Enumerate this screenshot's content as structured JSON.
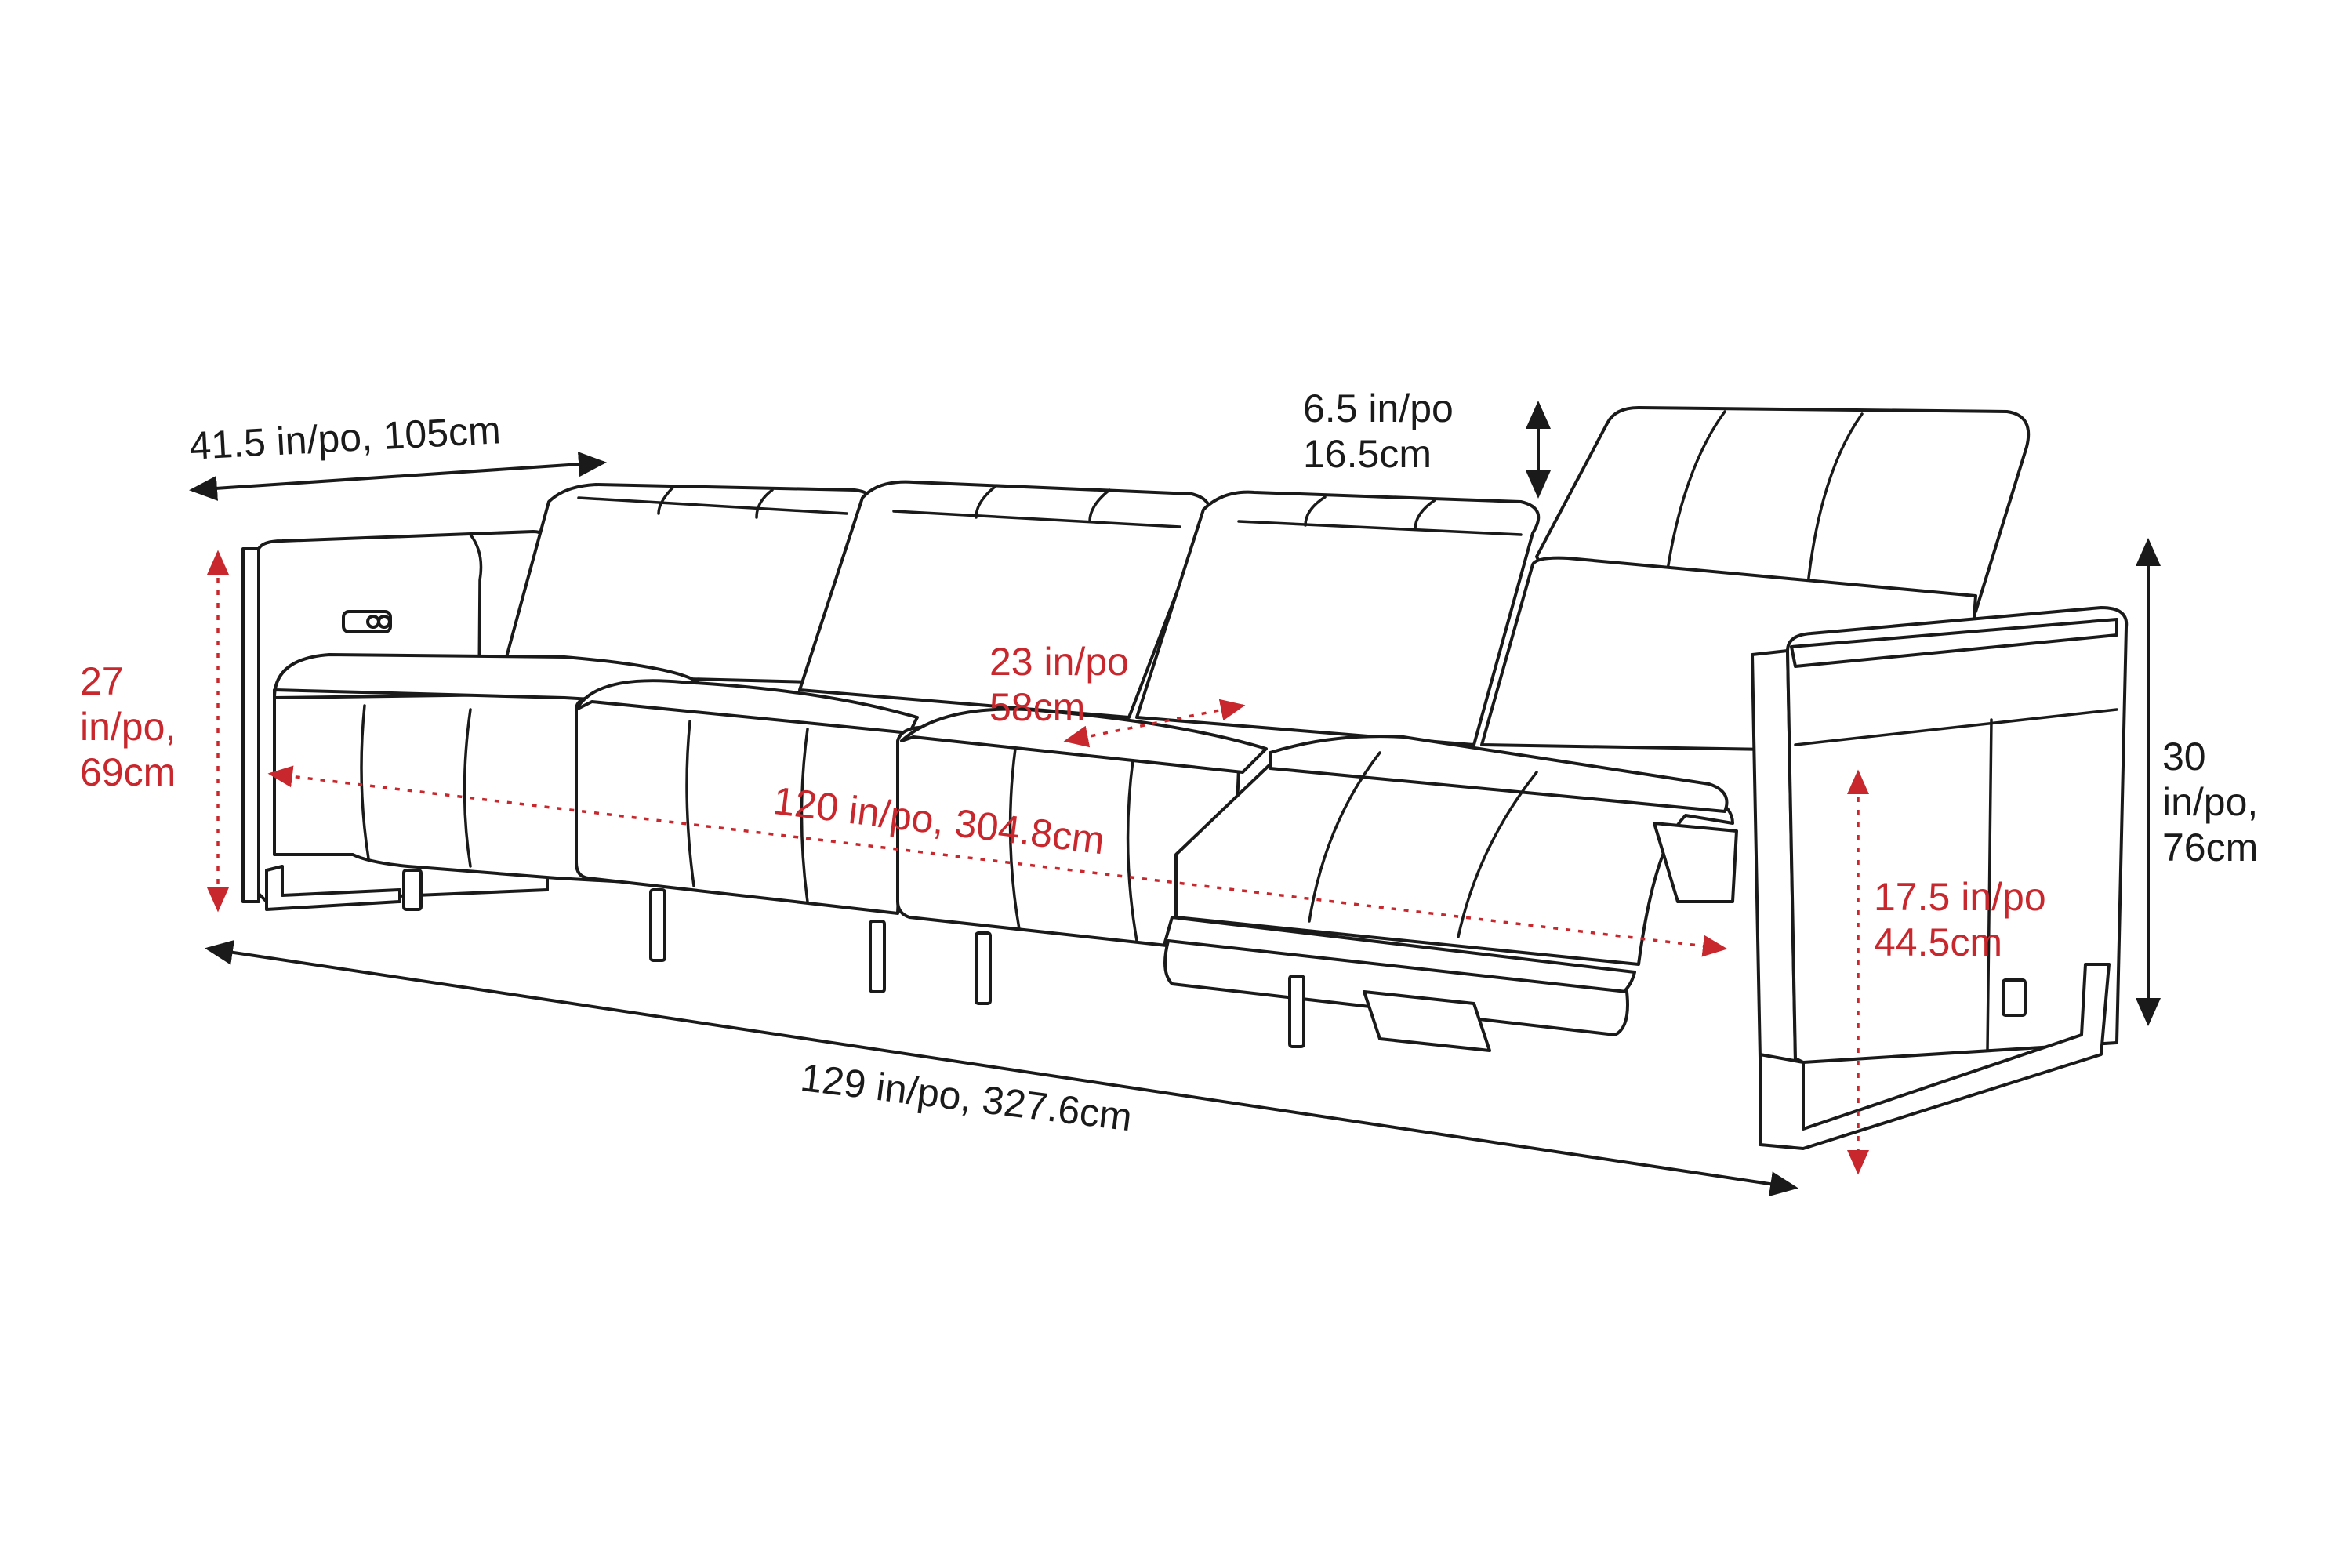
{
  "colors": {
    "ink": "#1a1a1a",
    "accent": "#c8282d",
    "background": "#ffffff"
  },
  "dimensions": {
    "depth": {
      "line1": "41.5 in/po, 105cm"
    },
    "headrest": {
      "line1": "6.5 in/po",
      "line2": "16.5cm"
    },
    "arm_height": {
      "line1": "27",
      "line2": "in/po,",
      "line3": "69cm"
    },
    "seat_depth": {
      "line1": "23 in/po",
      "line2": "58cm"
    },
    "seat_width": {
      "line1": "120 in/po, 304.8cm"
    },
    "overall_height": {
      "line1": "30",
      "line2": "in/po,",
      "line3": "76cm"
    },
    "seat_height": {
      "line1": "17.5 in/po",
      "line2": "44.5cm"
    },
    "overall_width": {
      "line1": "129 in/po, 327.6cm"
    }
  }
}
